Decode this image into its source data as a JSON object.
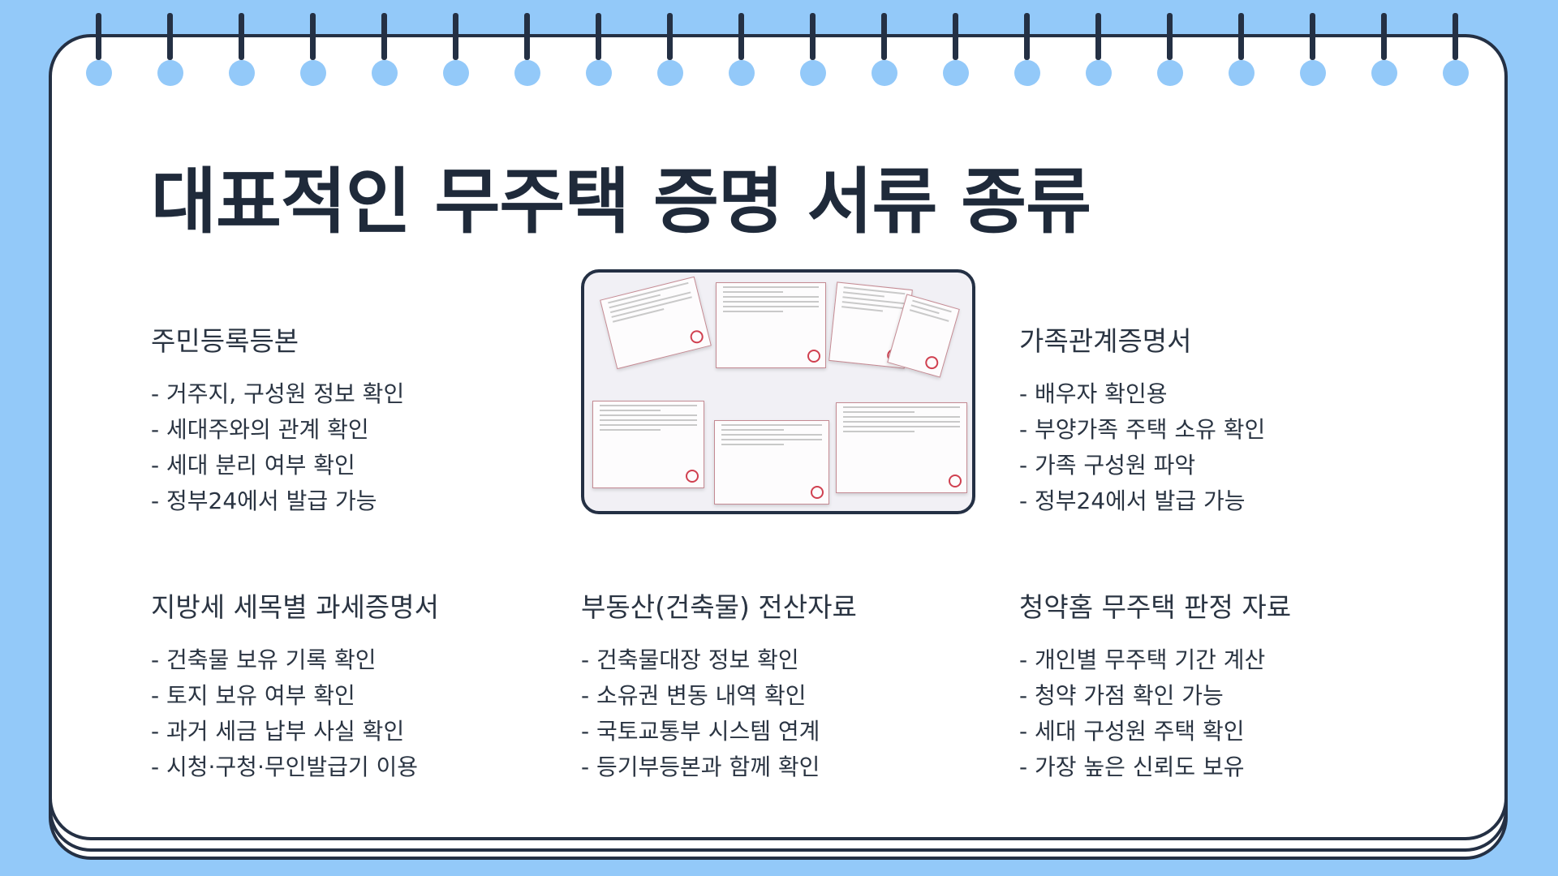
{
  "title": "대표적인 무주택 증명 서류 종류",
  "sections": [
    {
      "heading": "주민등록등본",
      "items": [
        "- 거주지, 구성원 정보 확인",
        "- 세대주와의 관계 확인",
        "- 세대 분리 여부 확인",
        "- 정부24에서 발급 가능"
      ]
    },
    {
      "heading": "가족관계증명서",
      "items": [
        "- 배우자 확인용",
        "- 부양가족 주택 소유 확인",
        "- 가족 구성원 파악",
        "- 정부24에서 발급 가능"
      ]
    },
    {
      "heading": "지방세 세목별 과세증명서",
      "items": [
        "- 건축물 보유 기록 확인",
        "- 토지 보유 여부 확인",
        "- 과거 세금 납부 사실 확인",
        "- 시청·구청·무인발급기 이용"
      ]
    },
    {
      "heading": "부동산(건축물) 전산자료",
      "items": [
        "- 건축물대장 정보 확인",
        "- 소유권 변동 내역 확인",
        "- 국토교통부 시스템 연계",
        "- 등기부등본과 함께 확인"
      ]
    },
    {
      "heading": "청약홈 무주택 판정 자료",
      "items": [
        "- 개인별 무주택 기간 계산",
        "- 청약 가점 확인 가능",
        "- 세대 구성원 주택 확인",
        "- 가장 높은 신뢰도 보유"
      ]
    }
  ],
  "colors": {
    "background": "#93c9f9",
    "ink": "#1f2a3a",
    "paper": "#ffffff"
  }
}
